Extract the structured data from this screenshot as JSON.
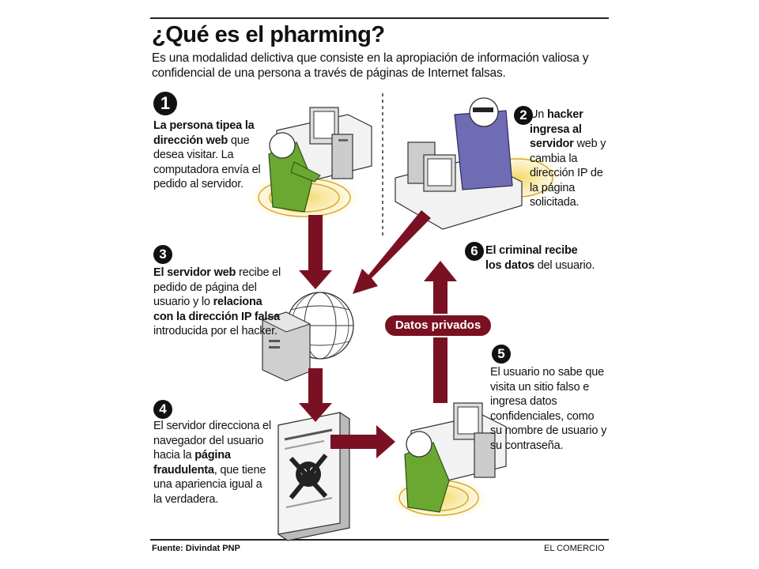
{
  "header": {
    "title": "¿Qué es el pharming?",
    "subtitle": "Es una modalidad delictiva que consiste en la apropiación de información valiosa y confidencial de una persona a través de páginas de Internet falsas."
  },
  "steps": [
    {
      "num": "1",
      "bold": "La persona tipea la dirección web",
      "rest": " que desea visitar. La computadora envía el pedido al servidor."
    },
    {
      "num": "2",
      "pre": "Un ",
      "bold": "hacker ingresa al servidor",
      "rest": " web y cambia la dirección IP de la página solicitada."
    },
    {
      "num": "3",
      "bold": "El servidor web",
      "mid": " recibe el pedido de página del usuario y lo ",
      "bold2": "relaciona con la dirección IP falsa",
      "rest": " introducida por el hacker."
    },
    {
      "num": "4",
      "pre": "El servidor direcciona el navegador del usuario hacia la ",
      "bold": "página fraudulenta",
      "rest": ", que tiene una apariencia igual a la verdadera."
    },
    {
      "num": "5",
      "rest": "El usuario no sabe que visita un sitio falso e ingresa datos confidenciales, como su nombre de usuario y su contraseña."
    },
    {
      "num": "6",
      "bold": "El criminal recibe los datos",
      "rest": " del usuario."
    }
  ],
  "badge": "Datos privados",
  "footer": {
    "source": "Fuente: Divindat PNP",
    "credit": "EL COMERCIO"
  },
  "colors": {
    "arrow": "#7a1123",
    "person": "#6aa832",
    "hacker": "#6f6cb4",
    "halo": "#e8c53a"
  }
}
